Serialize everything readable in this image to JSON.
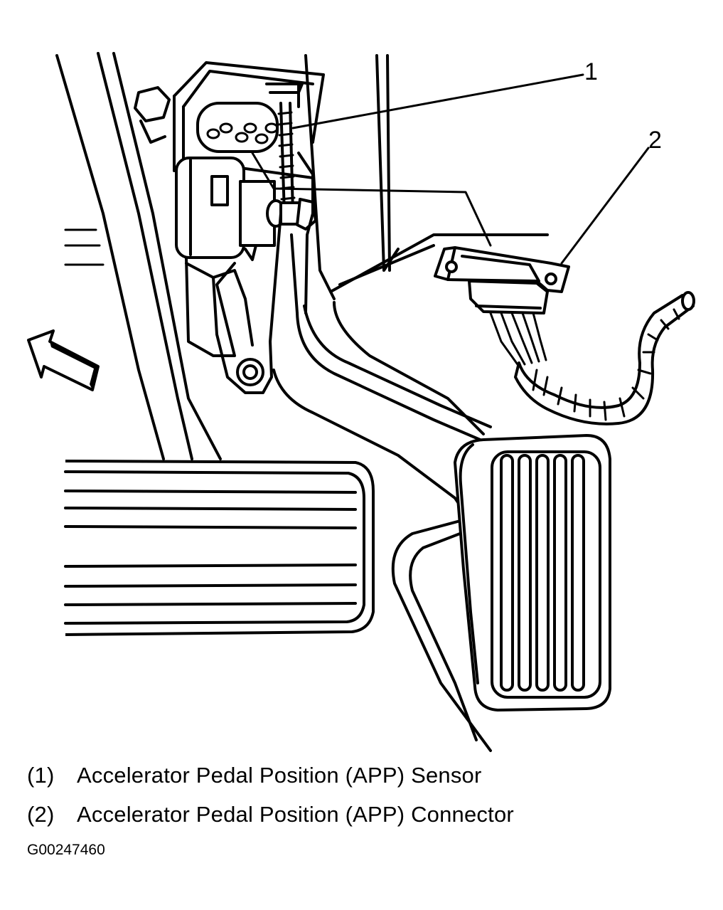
{
  "callouts": [
    {
      "number": "1"
    },
    {
      "number": "2"
    }
  ],
  "legend": [
    {
      "number": "(1)",
      "label": "Accelerator Pedal Position (APP) Sensor"
    },
    {
      "number": "(2)",
      "label": "Accelerator Pedal Position (APP) Connector"
    }
  ],
  "figure_id": "G00247460",
  "colors": {
    "line": "#000000",
    "background": "#ffffff"
  }
}
